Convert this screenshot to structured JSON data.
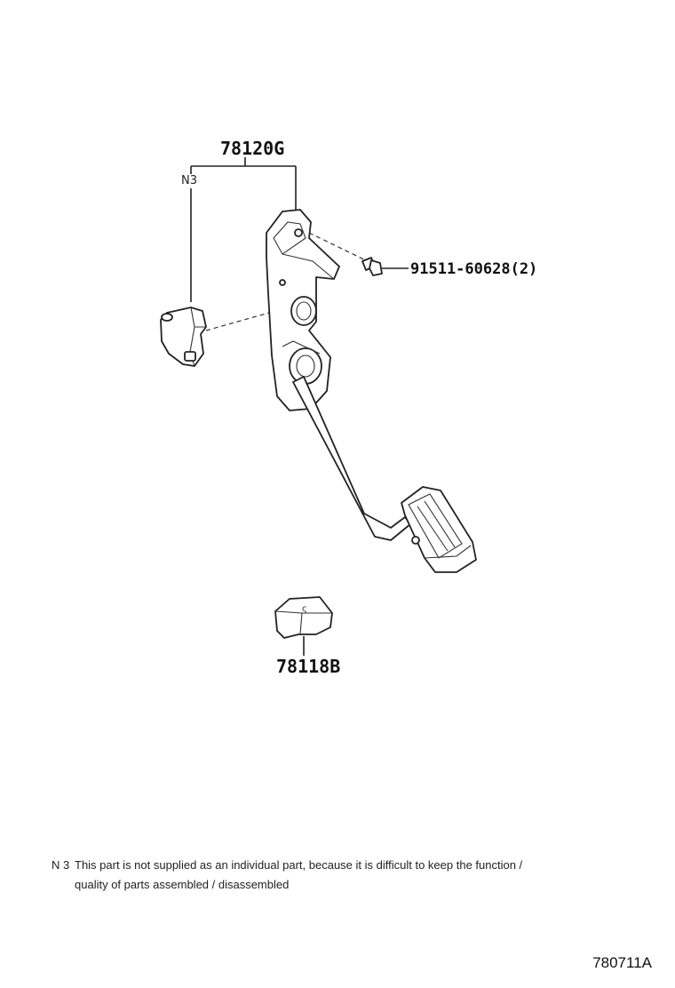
{
  "labels": {
    "assembly": "78120G",
    "note_marker": "N3",
    "bolt": "91511-60628(2)",
    "pad": "78118B"
  },
  "note": {
    "code": "N 3",
    "line1": "This part is not supplied as an individual part, because it is difficult to keep the function /",
    "line2": "quality of parts assembled / disassembled"
  },
  "catalog_number": "780711A"
}
